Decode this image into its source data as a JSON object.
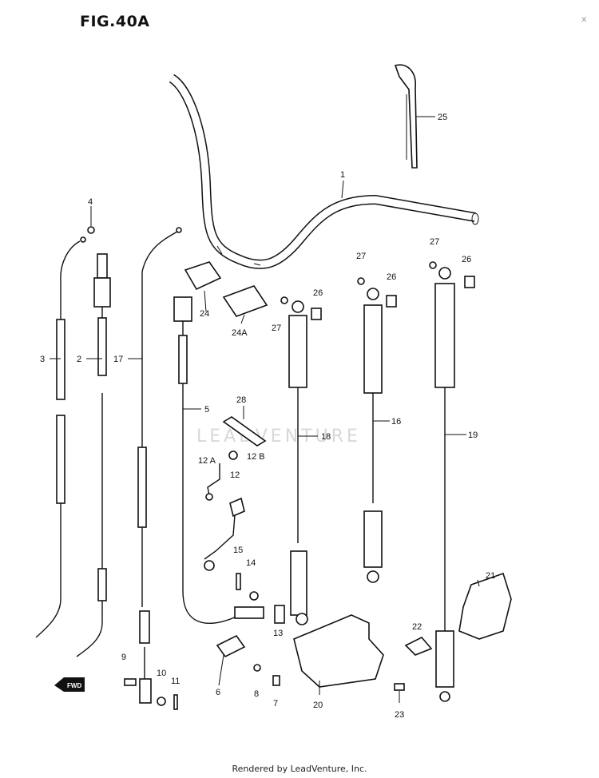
{
  "figure": {
    "title": "FIG.40A",
    "footer": "Rendered by LeadVenture, Inc.",
    "watermark": "LEADVENTURE",
    "direction_badge": "FWD"
  },
  "callouts": [
    {
      "id": "c1",
      "text": "1"
    },
    {
      "id": "c2",
      "text": "2"
    },
    {
      "id": "c3",
      "text": "3"
    },
    {
      "id": "c4",
      "text": "4"
    },
    {
      "id": "c5",
      "text": "5"
    },
    {
      "id": "c6",
      "text": "6"
    },
    {
      "id": "c7",
      "text": "7"
    },
    {
      "id": "c8",
      "text": "8"
    },
    {
      "id": "c9",
      "text": "9"
    },
    {
      "id": "c10",
      "text": "10"
    },
    {
      "id": "c11",
      "text": "11"
    },
    {
      "id": "c12",
      "text": "12"
    },
    {
      "id": "c12a",
      "text": "12 A"
    },
    {
      "id": "c12b",
      "text": "12 B"
    },
    {
      "id": "c13",
      "text": "13"
    },
    {
      "id": "c14",
      "text": "14"
    },
    {
      "id": "c15",
      "text": "15"
    },
    {
      "id": "c16",
      "text": "16"
    },
    {
      "id": "c17",
      "text": "17"
    },
    {
      "id": "c18",
      "text": "18"
    },
    {
      "id": "c19",
      "text": "19"
    },
    {
      "id": "c20",
      "text": "20"
    },
    {
      "id": "c21",
      "text": "21"
    },
    {
      "id": "c22",
      "text": "22"
    },
    {
      "id": "c23",
      "text": "23"
    },
    {
      "id": "c24",
      "text": "24"
    },
    {
      "id": "c24a",
      "text": "24A"
    },
    {
      "id": "c25",
      "text": "25"
    },
    {
      "id": "c26a",
      "text": "26"
    },
    {
      "id": "c26b",
      "text": "26"
    },
    {
      "id": "c26c",
      "text": "26"
    },
    {
      "id": "c27a",
      "text": "27"
    },
    {
      "id": "c27b",
      "text": "27"
    },
    {
      "id": "c27c",
      "text": "27"
    },
    {
      "id": "c28",
      "text": "28"
    }
  ]
}
